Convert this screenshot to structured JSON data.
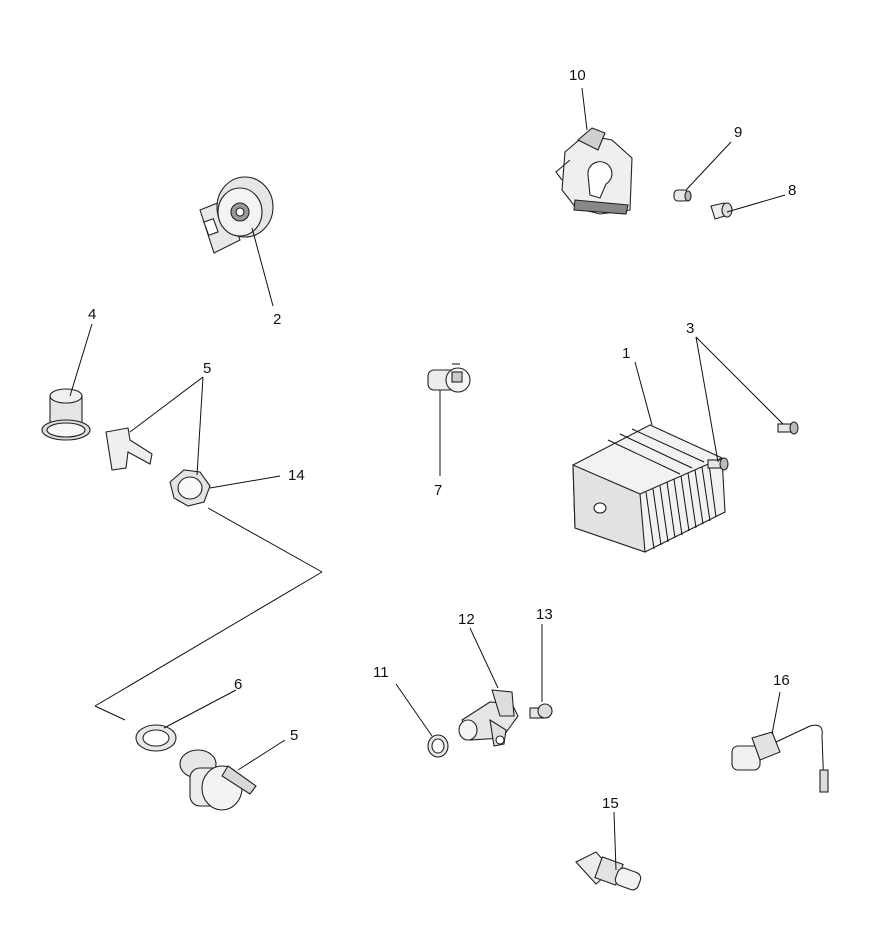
{
  "callouts": {
    "c1": "1",
    "c2": "2",
    "c3": "3",
    "c4": "4",
    "c5a": "5",
    "c5b": "5",
    "c6": "6",
    "c7": "7",
    "c8": "8",
    "c9": "9",
    "c10": "10",
    "c11": "11",
    "c12": "12",
    "c13": "13",
    "c14": "14",
    "c15": "15",
    "c16": "16"
  },
  "colors": {
    "line": "#111111",
    "part_fill": "#f2f2f2",
    "part_dark": "#555555"
  }
}
